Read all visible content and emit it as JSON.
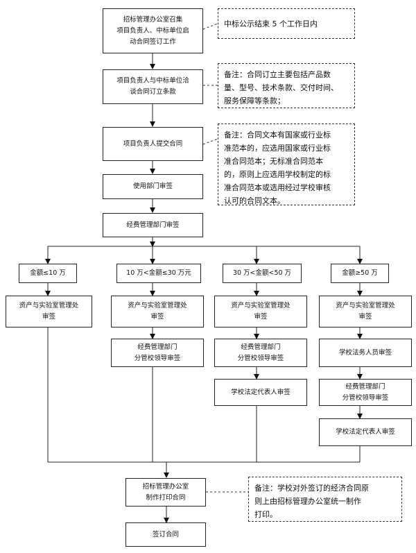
{
  "steps": {
    "s1": "招标管理办公室召集\n项目负责人、中标单位启\n动合同签订工作",
    "s2": "项目负责人与中标单位洽\n谈合同订立条款",
    "s3": "项目负责人提交合同",
    "s4": "使用部门审签",
    "s5": "经费管理部门审签",
    "s_print": "招标管理办公室\n制作打印合同",
    "s_sign": "签订合同"
  },
  "branches": {
    "b1": {
      "condition": "金额≤10 万",
      "steps": [
        "资产与实验室管理处\n审签"
      ]
    },
    "b2": {
      "condition": "10 万<金额≤30 万元",
      "steps": [
        "资产与实验室管理处\n审签",
        "经费管理部门\n分管校领导审签"
      ]
    },
    "b3": {
      "condition": "30 万<金额<50 万",
      "steps": [
        "资产与实验室管理处\n审签",
        "经费管理部门\n分管校领导审签",
        "学校法定代表人审签"
      ]
    },
    "b4": {
      "condition": "金额≥50 万",
      "steps": [
        "资产与实验室管理处\n审签",
        "学校法务人员审签",
        "经费管理部门\n分管校领导审签",
        "学校法定代表人审签"
      ]
    }
  },
  "notes": {
    "n1": "中标公示结束 5 个工作日内",
    "n2": "备注：合同订立主要包括产品数\n量、型号、技术条款、交付时间、\n服务保障等条款；",
    "n3": "备注：合同文本有国家或行业标\n准范本的，应选用国家或行业标\n准合同范本；无标准合同范本\n的，原则上应选用学校制定的标\n准合同范本或选用经过学校审核\n认可的合同文本。",
    "n4": "备注：学校对外签订的经济合同原\n则上由招标管理办公室统一制作\n打印。"
  }
}
